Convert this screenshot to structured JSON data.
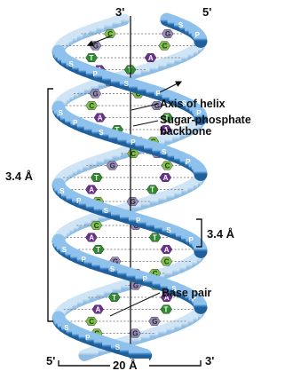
{
  "end_labels": {
    "top_left": "3'",
    "top_right": "5'",
    "bottom_left": "5'",
    "bottom_right": "3'"
  },
  "callouts": {
    "axis": "Axis of helix",
    "backbone_line1": "Sugar-phosphate",
    "backbone_line2": "backbone",
    "base_pair": "Base pair"
  },
  "measurements": {
    "pitch": "3.4 Å",
    "rise": "3.4 Å",
    "diameter": "20 Å"
  },
  "strand_letters": {
    "sugar": "S",
    "phosphate": "P"
  },
  "base_letters": [
    "G",
    "C",
    "C",
    "G",
    "A",
    "T",
    "T",
    "A",
    "G",
    "C"
  ],
  "colors": {
    "strand_front": "#3f86c7",
    "strand_back": "#9cc6e8",
    "base_G": "#9a85c1",
    "base_C": "#7fc04a",
    "base_A": "#6b2f8f",
    "base_T": "#2e8b2e",
    "text": "#111111"
  }
}
